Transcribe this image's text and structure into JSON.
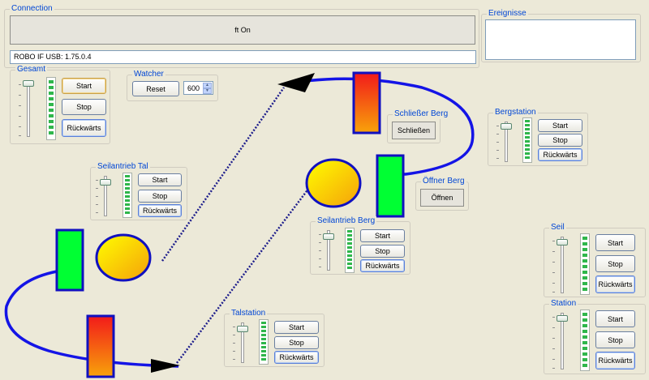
{
  "connection": {
    "title": "Connection",
    "button_label": "ft On",
    "device_info": "ROBO IF USB: 1.75.0.4"
  },
  "events": {
    "title": "Ereignisse"
  },
  "watcher": {
    "title": "Watcher",
    "reset_label": "Reset",
    "value": "600"
  },
  "motor_groups": {
    "gesamt": {
      "title": "Gesamt",
      "start": "Start",
      "stop": "Stop",
      "reverse": "Rückwärts"
    },
    "seilantrieb_tal": {
      "title": "Seilantrieb Tal",
      "start": "Start",
      "stop": "Stop",
      "reverse": "Rückwärts"
    },
    "seilantrieb_berg": {
      "title": "Seilantrieb Berg",
      "start": "Start",
      "stop": "Stop",
      "reverse": "Rückwärts"
    },
    "bergstation": {
      "title": "Bergstation",
      "start": "Start",
      "stop": "Stop",
      "reverse": "Rückwärts"
    },
    "talstation": {
      "title": "Talstation",
      "start": "Start",
      "stop": "Stop",
      "reverse": "Rückwärts"
    },
    "seil": {
      "title": "Seil",
      "start": "Start",
      "stop": "Stop",
      "reverse": "Rückwärts"
    },
    "station": {
      "title": "Station",
      "start": "Start",
      "stop": "Stop",
      "reverse": "Rückwärts"
    }
  },
  "sensors": {
    "schliesser_berg": {
      "title": "Schließer Berg",
      "button": "Schließen"
    },
    "oeffner_berg": {
      "title": "Öffner Berg",
      "button": "Öffnen"
    }
  },
  "colors": {
    "accent": "#0046D5",
    "rope": "#1010E0",
    "sensor_green": "#00FF33",
    "level_green": "#2FB64B"
  }
}
